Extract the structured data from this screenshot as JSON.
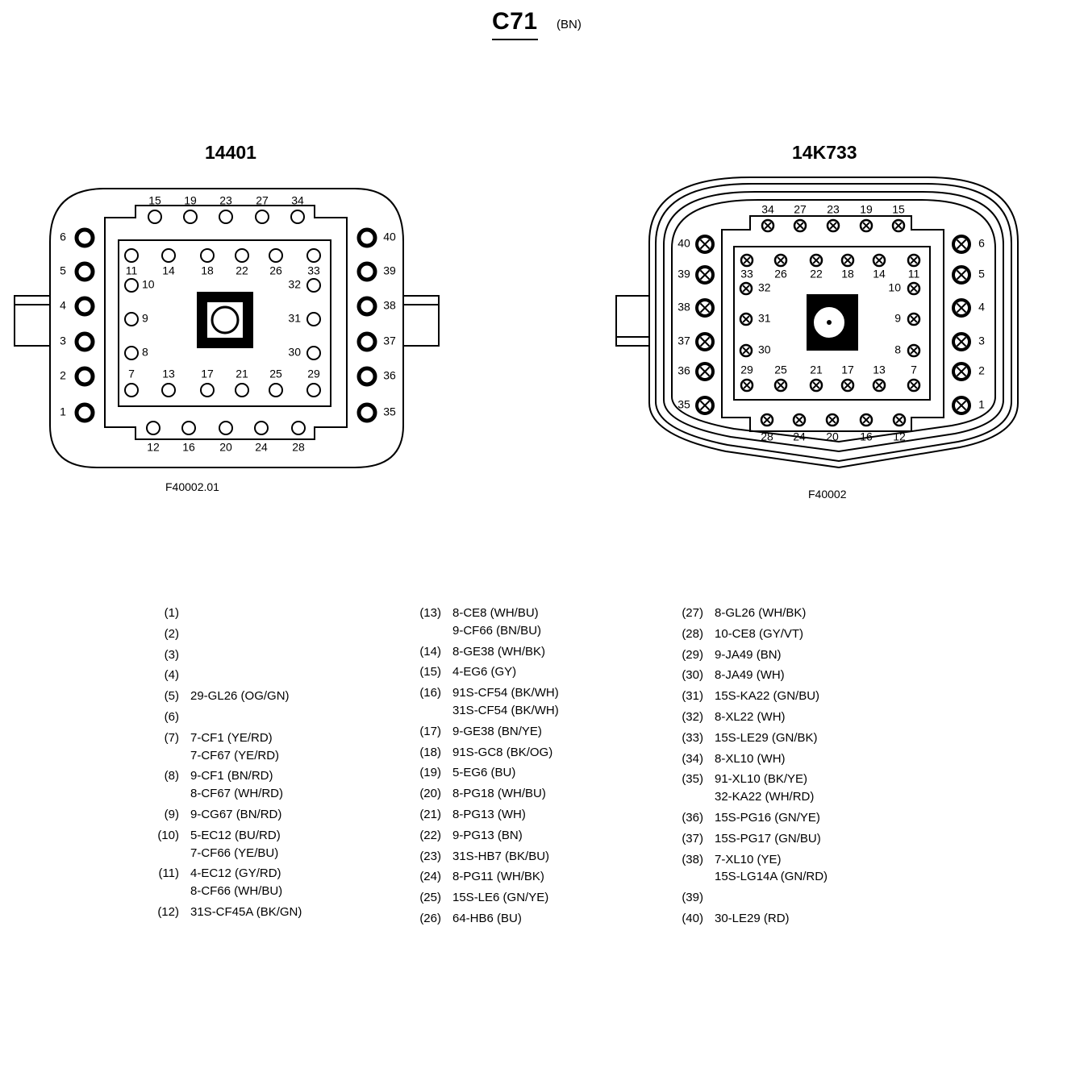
{
  "header": {
    "title": "C71",
    "color_code": "(BN)"
  },
  "connectors": {
    "left": {
      "part_number": "14401",
      "figure_id": "F40002.01",
      "top_row_labels": [
        "15",
        "19",
        "23",
        "27",
        "34"
      ],
      "bottom_row_labels": [
        "12",
        "16",
        "20",
        "24",
        "28"
      ],
      "left_col_labels": [
        "6",
        "5",
        "4",
        "3",
        "2",
        "1"
      ],
      "right_col_labels": [
        "40",
        "39",
        "38",
        "37",
        "36",
        "35"
      ],
      "inner_top_labels": [
        "11",
        "14",
        "18",
        "22",
        "26",
        "33"
      ],
      "inner_bottom_labels": [
        "7",
        "13",
        "17",
        "21",
        "25",
        "29"
      ],
      "inner_left_labels": [
        "10",
        "9",
        "8"
      ],
      "inner_right_labels": [
        "32",
        "31",
        "30"
      ]
    },
    "right": {
      "part_number": "14K733",
      "figure_id": "F40002",
      "top_row_labels": [
        "34",
        "27",
        "23",
        "19",
        "15"
      ],
      "bottom_row_labels": [
        "28",
        "24",
        "20",
        "16",
        "12"
      ],
      "left_col_labels": [
        "40",
        "39",
        "38",
        "37",
        "36",
        "35"
      ],
      "right_col_labels": [
        "6",
        "5",
        "4",
        "3",
        "2",
        "1"
      ],
      "inner_top_labels": [
        "33",
        "26",
        "22",
        "18",
        "14",
        "11"
      ],
      "inner_bottom_labels": [
        "29",
        "25",
        "21",
        "17",
        "13",
        "7"
      ],
      "inner_left_labels": [
        "32",
        "31",
        "30"
      ],
      "inner_right_labels": [
        "10",
        "9",
        "8"
      ]
    }
  },
  "pin_table": {
    "columns": [
      [
        {
          "pin": "(1)",
          "wires": []
        },
        {
          "pin": "(2)",
          "wires": []
        },
        {
          "pin": "(3)",
          "wires": []
        },
        {
          "pin": "(4)",
          "wires": []
        },
        {
          "pin": "(5)",
          "wires": [
            "29-GL26 (OG/GN)"
          ]
        },
        {
          "pin": "(6)",
          "wires": []
        },
        {
          "pin": "(7)",
          "wires": [
            "7-CF1 (YE/RD)",
            "7-CF67 (YE/RD)"
          ]
        },
        {
          "pin": "(8)",
          "wires": [
            "9-CF1 (BN/RD)",
            "8-CF67 (WH/RD)"
          ]
        },
        {
          "pin": "(9)",
          "wires": [
            "9-CG67 (BN/RD)"
          ]
        },
        {
          "pin": "(10)",
          "wires": [
            "5-EC12 (BU/RD)",
            "7-CF66 (YE/BU)"
          ]
        },
        {
          "pin": "(11)",
          "wires": [
            "4-EC12 (GY/RD)",
            "8-CF66 (WH/BU)"
          ]
        },
        {
          "pin": "(12)",
          "wires": [
            "31S-CF45A (BK/GN)"
          ]
        }
      ],
      [
        {
          "pin": "(13)",
          "wires": [
            "8-CE8 (WH/BU)",
            "9-CF66 (BN/BU)"
          ]
        },
        {
          "pin": "(14)",
          "wires": [
            "8-GE38 (WH/BK)"
          ]
        },
        {
          "pin": "(15)",
          "wires": [
            "4-EG6 (GY)"
          ]
        },
        {
          "pin": "(16)",
          "wires": [
            "91S-CF54 (BK/WH)",
            "31S-CF54 (BK/WH)"
          ]
        },
        {
          "pin": "(17)",
          "wires": [
            "9-GE38 (BN/YE)"
          ]
        },
        {
          "pin": "(18)",
          "wires": [
            "91S-GC8 (BK/OG)"
          ]
        },
        {
          "pin": "(19)",
          "wires": [
            "5-EG6 (BU)"
          ]
        },
        {
          "pin": "(20)",
          "wires": [
            "8-PG18 (WH/BU)"
          ]
        },
        {
          "pin": "(21)",
          "wires": [
            "8-PG13 (WH)"
          ]
        },
        {
          "pin": "(22)",
          "wires": [
            "9-PG13 (BN)"
          ]
        },
        {
          "pin": "(23)",
          "wires": [
            "31S-HB7 (BK/BU)"
          ]
        },
        {
          "pin": "(24)",
          "wires": [
            "8-PG11 (WH/BK)"
          ]
        },
        {
          "pin": "(25)",
          "wires": [
            "15S-LE6 (GN/YE)"
          ]
        },
        {
          "pin": "(26)",
          "wires": [
            "64-HB6 (BU)"
          ]
        }
      ],
      [
        {
          "pin": "(27)",
          "wires": [
            "8-GL26 (WH/BK)"
          ]
        },
        {
          "pin": "(28)",
          "wires": [
            "10-CE8 (GY/VT)"
          ]
        },
        {
          "pin": "(29)",
          "wires": [
            "9-JA49 (BN)"
          ]
        },
        {
          "pin": "(30)",
          "wires": [
            "8-JA49 (WH)"
          ]
        },
        {
          "pin": "(31)",
          "wires": [
            "15S-KA22 (GN/BU)"
          ]
        },
        {
          "pin": "(32)",
          "wires": [
            "8-XL22 (WH)"
          ]
        },
        {
          "pin": "(33)",
          "wires": [
            "15S-LE29 (GN/BK)"
          ]
        },
        {
          "pin": "(34)",
          "wires": [
            "8-XL10 (WH)"
          ]
        },
        {
          "pin": "(35)",
          "wires": [
            "91-XL10 (BK/YE)",
            "32-KA22 (WH/RD)"
          ]
        },
        {
          "pin": "(36)",
          "wires": [
            "15S-PG16 (GN/YE)"
          ]
        },
        {
          "pin": "(37)",
          "wires": [
            "15S-PG17 (GN/BU)"
          ]
        },
        {
          "pin": "(38)",
          "wires": [
            "7-XL10 (YE)",
            "15S-LG14A (GN/RD)"
          ]
        },
        {
          "pin": "(39)",
          "wires": []
        },
        {
          "pin": "(40)",
          "wires": [
            "30-LE29 (RD)"
          ]
        }
      ]
    ]
  }
}
